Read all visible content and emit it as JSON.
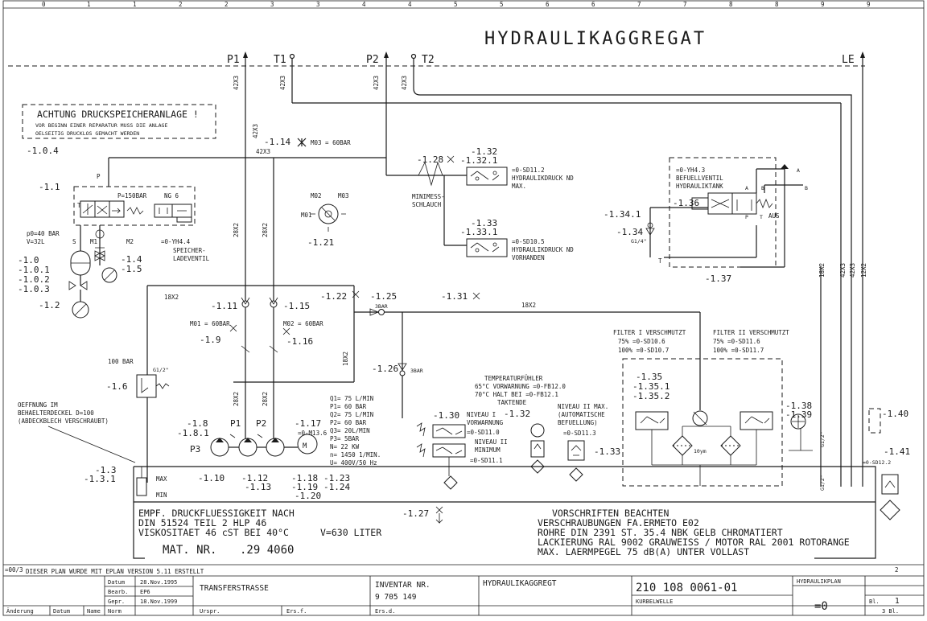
{
  "title": "HYDRAULIKAGGREGAT",
  "column_numbers": [
    "0",
    "1",
    "1",
    "2",
    "2",
    "3",
    "3",
    "4",
    "4",
    "5",
    "5",
    "6",
    "6",
    "7",
    "7",
    "8",
    "8",
    "9",
    "9"
  ],
  "ports": {
    "p1": "P1",
    "t1": "T1",
    "p2": "P2",
    "t2": "T2",
    "le": "LE"
  },
  "pipe_labels": {
    "p1": "42X3",
    "t1": "42X3",
    "p2": "42X3",
    "t2": "42X3",
    "p1_vertical": "42X3",
    "p1_branch": "42X3",
    "left_28x2": "28X2",
    "right_28x2": "28X2",
    "pump_28x2_a": "28X2",
    "pump_28x2_b": "28X2",
    "left_18x2": "18X2",
    "main_18x2": "18X2",
    "return_18x2": "18X2",
    "right_18x2": "18X2",
    "right_42x3_a": "42X3",
    "right_42x3_b": "42X3",
    "right_12x2": "12X2"
  },
  "warning": {
    "heading": "ACHTUNG DRUCKSPEICHERANLAGE !",
    "line1": "VOR BEGINN EINER REPARATUR MUSS DIE ANLAGE",
    "line2": "OELSEITIG DRUCKLOS GEMACHT WERDEN"
  },
  "refs": {
    "r1_0_4": "-1.0.4",
    "r1_1": "-1.1",
    "r1_0": "-1.0",
    "r1_0_1": "-1.0.1",
    "r1_0_2": "-1.0.2",
    "r1_0_3": "-1.0.3",
    "r1_2": "-1.2",
    "r1_4": "-1.4",
    "r1_5": "-1.5",
    "r1_14": "-1.14",
    "r1_21": "-1.21",
    "r1_28": "-1.28",
    "r1_32": "-1.32",
    "r1_32_1": "-1.32.1",
    "r1_33": "-1.33",
    "r1_33_1": "-1.33.1",
    "r1_36": "-1.36",
    "r1_34_1": "-1.34.1",
    "r1_34": "-1.34",
    "r1_37": "-1.37",
    "r1_11": "-1.11",
    "r1_15": "-1.15",
    "r1_22": "-1.22",
    "r1_25": "-1.25",
    "r1_31": "-1.31",
    "r1_9": "-1.9",
    "r1_16": "-1.16",
    "r1_6": "-1.6",
    "r1_26": "-1.26",
    "r1_8": "-1.8",
    "r1_8_1": "-1.8.1",
    "r1_17": "-1.17",
    "r1_30": "-1.30",
    "r1_32b": "-1.32",
    "r1_33b": "-1.33",
    "r1_35": "-1.35",
    "r1_35_1": "-1.35.1",
    "r1_35_2": "-1.35.2",
    "r1_38": "-1.38",
    "r1_39": "-1.39",
    "r1_40": "-1.40",
    "r1_41": "-1.41",
    "r1_3": "-1.3",
    "r1_3_1": "-1.3.1",
    "r1_10": "-1.10",
    "r1_12": "-1.12",
    "r1_13": "-1.13",
    "r1_18": "-1.18",
    "r1_19": "-1.19",
    "r1_20": "-1.20",
    "r1_23": "-1.23",
    "r1_24": "-1.24",
    "r1_27": "-1.27"
  },
  "labels": {
    "m03_60bar": "M03 = 60BAR",
    "p_letter": "P",
    "t_letter": "T",
    "p150": "P=150BAR",
    "ng6": "NG 6",
    "p0": "p0=40 BAR",
    "v32": "V=32L",
    "s": "S",
    "m1": "M1",
    "m2": "M2",
    "yh44": "=0-YH4.4",
    "speicher": "SPEICHER-",
    "ladeventil": "LADEVENTIL",
    "m02": "M02",
    "m03": "M03",
    "m01": "M01",
    "minimess1": "MINIMESS-",
    "minimess2": "SCHLAUCH",
    "sd11_2": "=0-SD11.2",
    "hdnd_max1": "HYDRAULIKDRUCK ND",
    "hdnd_max2": "MAX.",
    "sd10_5": "=0-SD10.5",
    "hdnd_vorh1": "HYDRAULIKDRUCK ND",
    "hdnd_vorh2": "VORHANDEN",
    "yh43": "=0-YH4.3",
    "befuell1": "BEFUELLVENTIL",
    "befuell2": "HYDRAULIKTANK",
    "ab_a": "A",
    "ab_b": "B",
    "aus": "AUS",
    "g1_4": "G1/4\"",
    "pt_p": "P",
    "pt_t": "T",
    "bar3a": "3BAR",
    "bar3b": "3BAR",
    "m01_60": "M01 = 60BAR",
    "m02_60": "M02 = 60BAR",
    "bar100": "100 BAR",
    "g1_2": "G1/2\"",
    "oeff1": "OEFFNUNG IM",
    "oeff2": "BEHAELTERDECKEL D=100",
    "oeff3": "(ABDECKBLECH VERSCHRAUBT)",
    "p1_pump": "P1",
    "p2_pump": "P2",
    "p3_pump": "P3",
    "m13_6": "=0-M13.6",
    "max": "MAX",
    "min": "MIN",
    "filter1": "FILTER I VERSCHMUTZT",
    "filter1a": "75% =0-SD10.6",
    "filter1b": "100% =0-SD10.7",
    "filter2": "FILTER II VERSCHMUTZT",
    "filter2a": "75% =0-SD11.6",
    "filter2b": "100% =0-SD11.7",
    "ym10": "10ym",
    "temp1": "TEMPERATURFÜHLER",
    "temp2": "65°C VORWARNUNG =0-FB12.0",
    "temp3": "70°C HALT BEI   =0-FB12.1",
    "temp4": "TAKTENDE",
    "niv1a": "NIVEAU I",
    "niv1b": "VORWARNUNG",
    "niv2a": "NIVEAU II",
    "niv2b": "MINIMUM",
    "sd11_1": "=0-SD11.1",
    "sd11_0": "=0-SD11.0",
    "niv2max1": "NIVEAU II MAX.",
    "niv2max2": "(AUTOMATISCHE",
    "niv2max3": "BEFUELLUNG)",
    "sd11_3": "=0-SD11.3",
    "sd12_2": "=0-SD12.2",
    "g1_2b": "G1/2\"",
    "g1_2c": "G1/2\""
  },
  "specs": [
    "Q1= 75 L/MIN",
    "P1= 60 BAR",
    "Q2= 75 L/MIN",
    "P2= 60 BAR",
    "Q3= 20L/MIN",
    "P3= 5BAR",
    "N= 22 KW",
    "n= 1450 1/MIN.",
    "U= 400V/50 Hz"
  ],
  "tank": {
    "line1": "EMPF. DRUCKFLUESSIGKEIT NACH",
    "line2": "DIN 51524 TEIL 2 HLP 46",
    "line3": "VISKOSITAET 46 cST BEI 40°C",
    "volume": "V=630 LITER",
    "mat_label": "MAT. NR.",
    "mat_value": ".29 4060"
  },
  "notes": [
    "VORSCHRIFTEN BEACHTEN",
    "VERSCHRAUBUNGEN FA.ERMETO E02",
    "ROHRE DIN 2391 ST. 35.4 NBK GELB CHROMATIERT",
    "LACKIERUNG RAL 9002 GRAUWEISS / MOTOR RAL 2001 ROTORANGE",
    "MAX. LAERMPEGEL 75 dB(A) UNTER VOLLAST"
  ],
  "eplan": {
    "left": "=00/3",
    "text": "DIESER PLAN WURDE MIT EPLAN VERSION 5.11 ERSTELLT",
    "sheet_no": "2"
  },
  "title_block": {
    "datum_label": "Datum",
    "datum_value": "28.Nov.1995",
    "bearb_label": "Bearb.",
    "bearb_value": "EP6",
    "gepr_label": "Gepr.",
    "gepr_value": "18.Nov.1999",
    "norm_label": "Norm",
    "aenderung": "Änderung",
    "datum_col": "Datum",
    "name_col": "Name",
    "project": "TRANSFERSTRASSE",
    "inventar_label": "INVENTAR NR.",
    "inventar_value": "9 705 149",
    "ursprung": "Urspr.",
    "ersatz": "Ers.f.",
    "ersd": "Ers.d.",
    "description": "HYDRAULIKAGGREGT",
    "drawing_no": "210 108 0061-01",
    "plan_type": "HYDRAULIKPLAN",
    "kurbelwelle": "KURBELWELLE",
    "eq_zero": "=0",
    "bl_label": "Bl.",
    "bl_value": "1",
    "bl_total": "3 Bl."
  }
}
